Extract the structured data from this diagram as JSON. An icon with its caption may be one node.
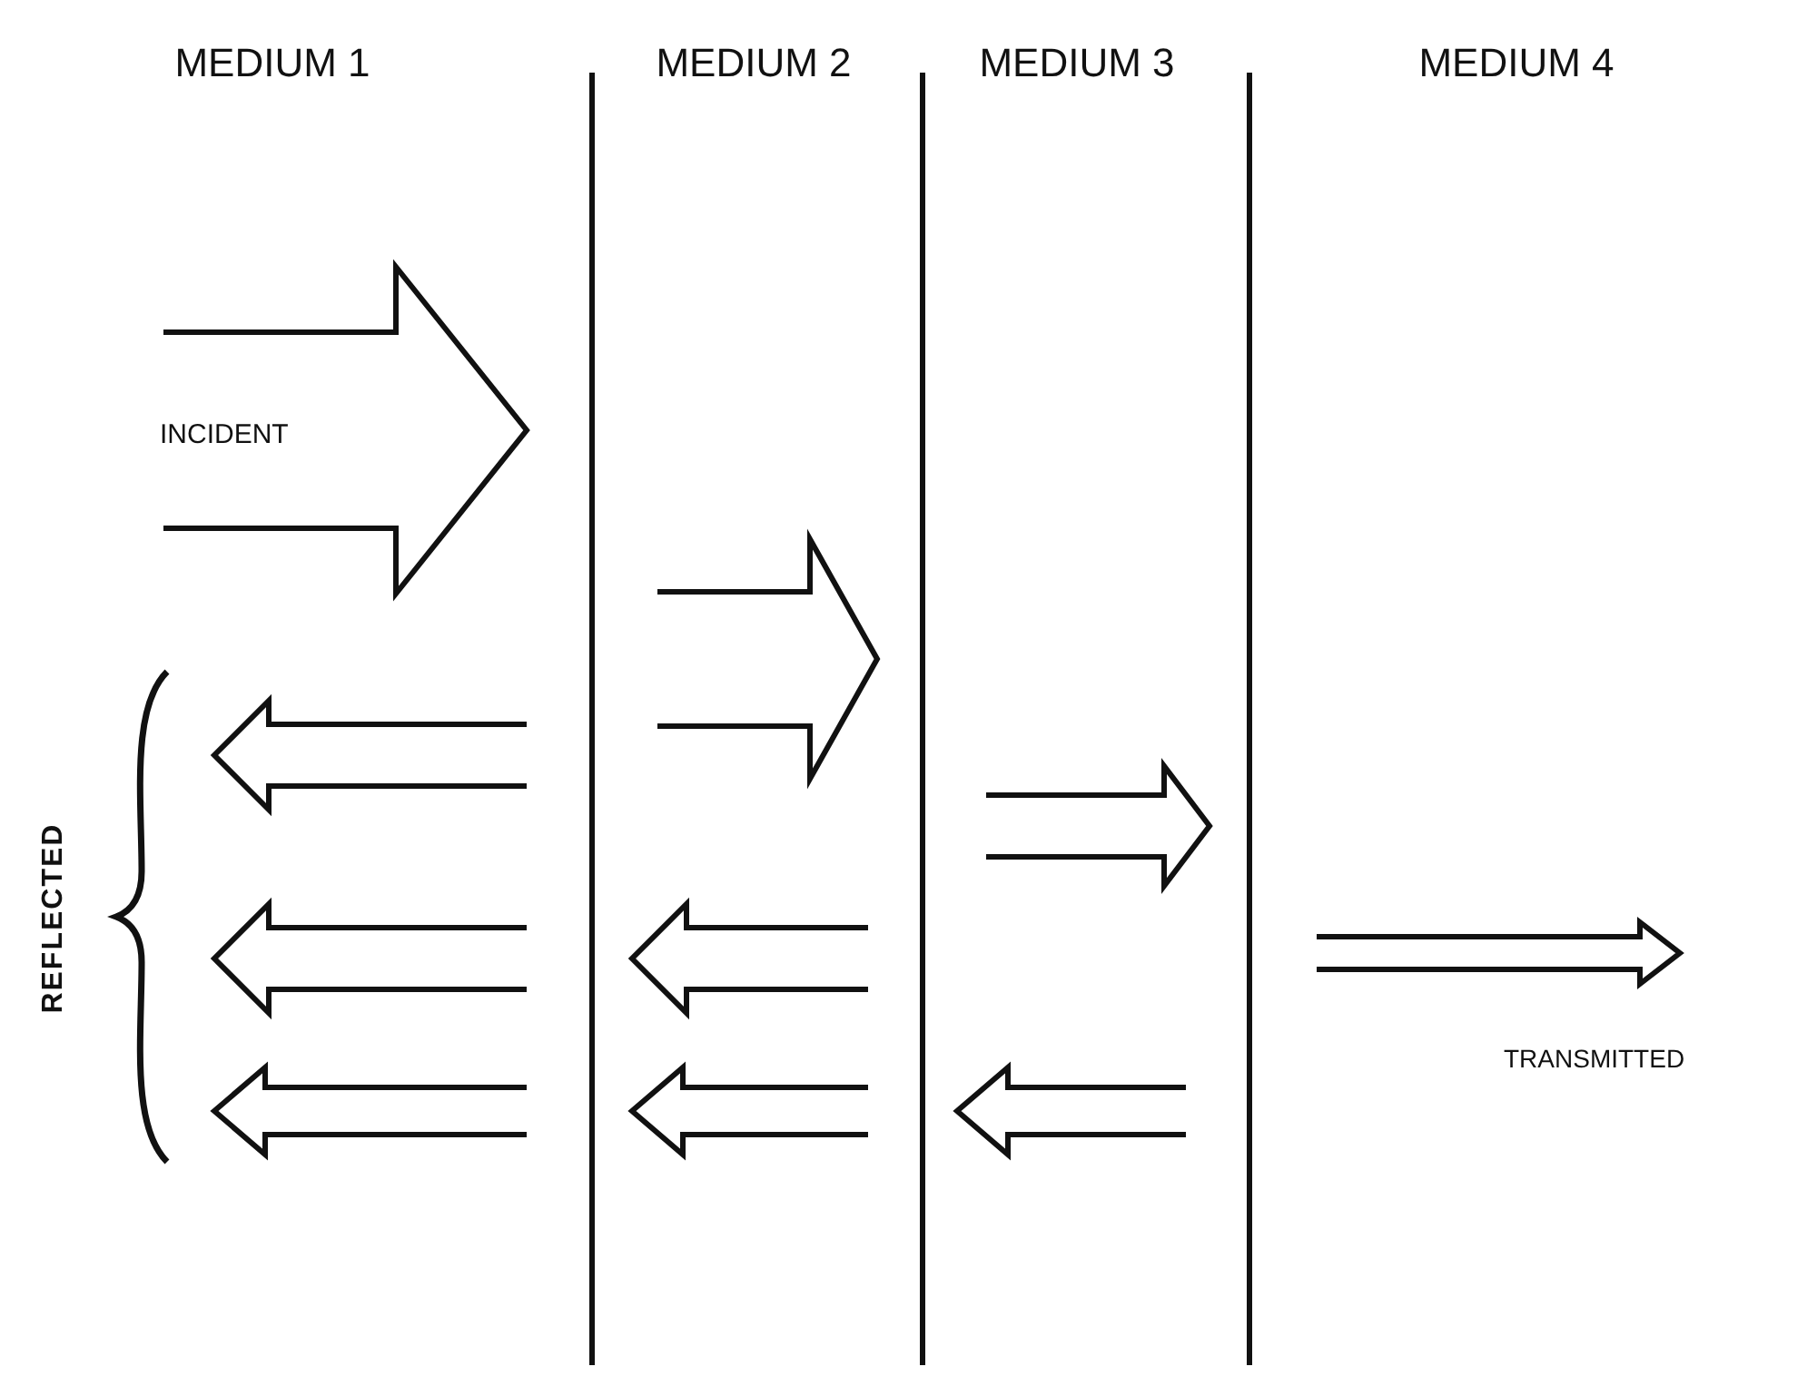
{
  "diagram": {
    "labels": [
      "MEDIUM 1",
      "MEDIUM 2",
      "MEDIUM 3",
      "MEDIUM 4",
      "INCIDENT",
      "REFLECTED",
      "TRANSMITTED"
    ]
  }
}
